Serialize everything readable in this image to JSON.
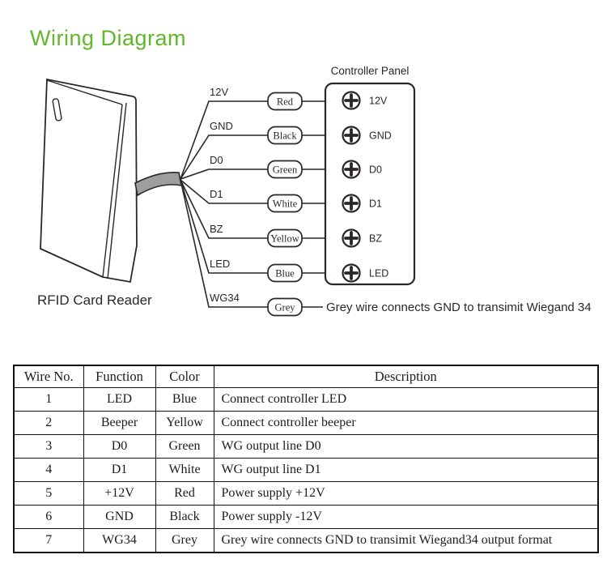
{
  "page": {
    "title": "Wiring Diagram",
    "accent_color": "#62b62b",
    "line_color": "#2b2727"
  },
  "diagram": {
    "reader_label": "RFID Card Reader",
    "cable_color": "#9e9e9e",
    "panel": {
      "title": "Controller Panel",
      "terminals": [
        "12V",
        "GND",
        "D0",
        "D1",
        "BZ",
        "LED"
      ]
    },
    "wires": [
      {
        "name": "12V",
        "color": "Red"
      },
      {
        "name": "GND",
        "color": "Black"
      },
      {
        "name": "D0",
        "color": "Green"
      },
      {
        "name": "D1",
        "color": "White"
      },
      {
        "name": "BZ",
        "color": "Yellow"
      },
      {
        "name": "LED",
        "color": "Blue"
      },
      {
        "name": "WG34",
        "color": "Grey"
      }
    ],
    "wg34_note": "Grey wire connects GND to transimit Wiegand 34"
  },
  "table": {
    "headers": [
      "Wire No.",
      "Function",
      "Color",
      "Description"
    ],
    "rows": [
      [
        "1",
        "LED",
        "Blue",
        "Connect controller LED"
      ],
      [
        "2",
        "Beeper",
        "Yellow",
        "Connect controller beeper"
      ],
      [
        "3",
        "D0",
        "Green",
        "WG output line D0"
      ],
      [
        "4",
        "D1",
        "White",
        "WG output line D1"
      ],
      [
        "5",
        "+12V",
        "Red",
        "Power supply +12V"
      ],
      [
        "6",
        "GND",
        "Black",
        "Power supply -12V"
      ],
      [
        "7",
        "WG34",
        "Grey",
        "Grey wire connects GND to transimit Wiegand34 output format"
      ]
    ]
  }
}
